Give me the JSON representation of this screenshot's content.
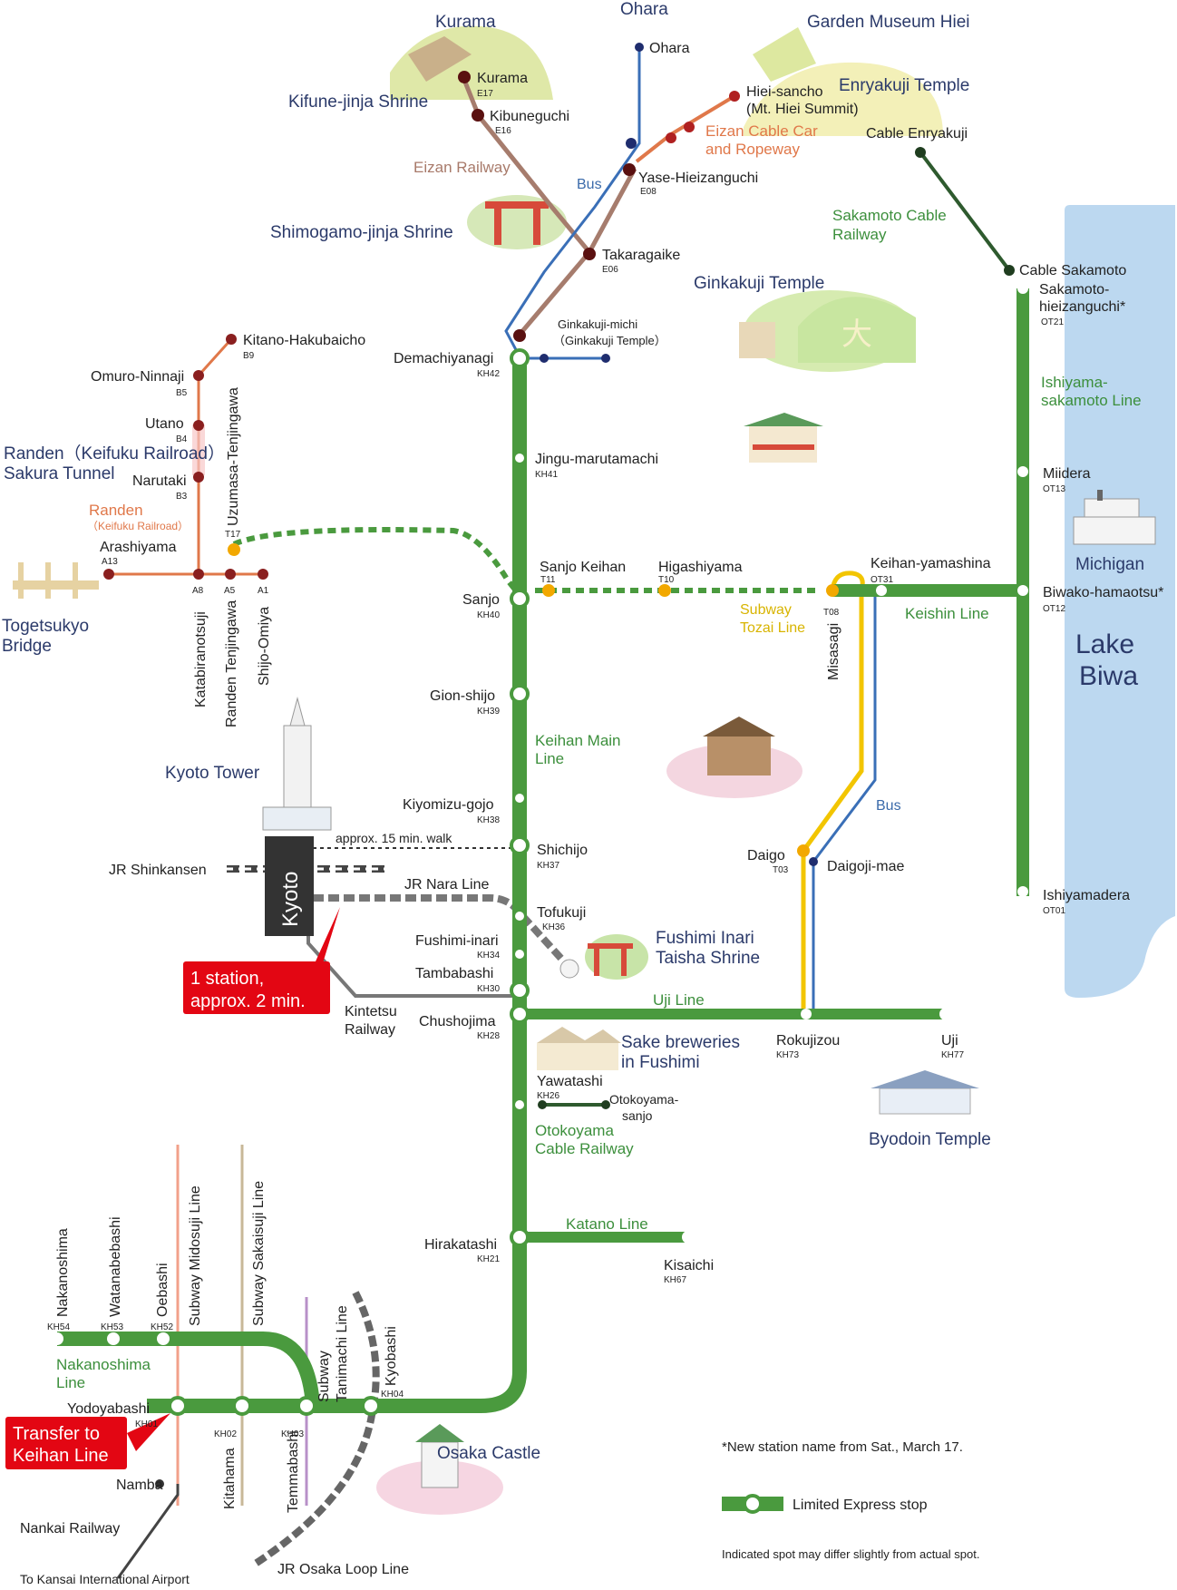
{
  "places": {
    "ohara_area": "Ohara",
    "kurama_area": "Kurama",
    "garden_museum": "Garden Museum Hiei",
    "enryakuji": "Enryakuji Temple",
    "kifune": "Kifune-jinja Shrine",
    "shimogamo": "Shimogamo-jinja Shrine",
    "ginkakuji": "Ginkakuji Temple",
    "randen_tunnel_1": "Randen（Keifuku Railroad）",
    "randen_tunnel_2": "Sakura Tunnel",
    "togetsukyo_1": "Togetsukyo",
    "togetsukyo_2": "Bridge",
    "kyoto_tower": "Kyoto Tower",
    "michigan": "Michigan",
    "lake_biwa_1": "Lake",
    "lake_biwa_2": "Biwa",
    "fushimi_inari_1": "Fushimi Inari",
    "fushimi_inari_2": "Taisha Shrine",
    "sake_1": "Sake breweries",
    "sake_2": "in Fushimi",
    "byodoin": "Byodoin Temple",
    "osaka_castle": "Osaka Castle"
  },
  "lines": {
    "eizan_railway": "Eizan Railway",
    "eizan_cable_1": "Eizan Cable Car",
    "eizan_cable_2": "and Ropeway",
    "bus_north": "Bus",
    "sakamoto_cable_1": "Sakamoto Cable",
    "sakamoto_cable_2": "Railway",
    "ishiyama_1": "Ishiyama-",
    "ishiyama_2": "sakamoto Line",
    "randen": "Randen",
    "randen_sub": "（Keifuku Railroad）",
    "tozai_1": "Subway",
    "tozai_2": "Tozai Line",
    "keishin": "Keishin Line",
    "keihan_main_1": "Keihan Main",
    "keihan_main_2": "Line",
    "bus_south": "Bus",
    "jr_shinkansen": "JR Shinkansen",
    "jr_nara": "JR Nara Line",
    "walk": "approx. 15 min. walk",
    "kintetsu_1": "Kintetsu",
    "kintetsu_2": "Railway",
    "uji_line": "Uji Line",
    "otokoyama_cable_1": "Otokoyama",
    "otokoyama_cable_2": "Cable Railway",
    "katano": "Katano Line",
    "nakanoshima_1": "Nakanoshima",
    "nakanoshima_2": "Line",
    "midosuji": "Subway Midosuji Line",
    "sakaisuji": "Subway Sakaisuji Line",
    "tanimachi_1": "Subway",
    "tanimachi_2": "Tanimachi Line",
    "nankai": "Nankai Railway",
    "jr_loop": "JR Osaka Loop Line",
    "kansai_airport": "To Kansai International Airport"
  },
  "stations": {
    "ohara": "Ohara",
    "kurama": "Kurama",
    "kurama_code": "E17",
    "kibuneguchi": "Kibuneguchi",
    "kibuneguchi_code": "E16",
    "hiei_sancho_1": "Hiei-sancho",
    "hiei_sancho_2": "(Mt. Hiei Summit)",
    "cable_enryakuji": "Cable Enryakuji",
    "yase": "Yase-Hieizanguchi",
    "yase_code": "E08",
    "takaragaike": "Takaragaike",
    "takaragaike_code": "E06",
    "ginkakuji_michi_1": "Ginkakuji-michi",
    "ginkakuji_michi_2": "（Ginkakuji Temple）",
    "cable_sakamoto": "Cable Sakamoto",
    "sakamoto_hieizan_1": "Sakamoto-",
    "sakamoto_hieizan_2": "hieizanguchi*",
    "sakamoto_hieizan_code": "OT21",
    "demachiyanagi": "Demachiyanagi",
    "demachiyanagi_code": "KH42",
    "kitano": "Kitano-Hakubaicho",
    "kitano_code": "B9",
    "omuro": "Omuro-Ninnaji",
    "omuro_code": "B5",
    "utano": "Utano",
    "utano_code": "B4",
    "narutaki": "Narutaki",
    "narutaki_code": "B3",
    "uzumasa": "Uzumasa-Tenjingawa",
    "uzumasa_code": "T17",
    "arashiyama": "Arashiyama",
    "arashiyama_code": "A13",
    "katabiranotsuji": "Katabiranotsuji",
    "katabiranotsuji_code": "A8",
    "randen_tenjingawa": "Randen Tenjingawa",
    "randen_tenjingawa_code": "A5",
    "shijo_omiya": "Shijo-Omiya",
    "shijo_omiya_code": "A1",
    "jingu": "Jingu-marutamachi",
    "jingu_code": "KH41",
    "miidera": "Miidera",
    "miidera_code": "OT13",
    "sanjo_keihan": "Sanjo Keihan",
    "sanjo_keihan_code": "T11",
    "higashiyama": "Higashiyama",
    "higashiyama_code": "T10",
    "keihan_yamashina": "Keihan-yamashina",
    "keihan_yamashina_code": "OT31",
    "biwako": "Biwako-hamaotsu*",
    "biwako_code": "OT12",
    "misasagi": "Misasagi",
    "misasagi_code": "T08",
    "sanjo": "Sanjo",
    "sanjo_code": "KH40",
    "gion": "Gion-shijo",
    "gion_code": "KH39",
    "kiyomizu": "Kiyomizu-gojo",
    "kiyomizu_code": "KH38",
    "shichijo": "Shichijo",
    "shichijo_code": "KH37",
    "kyoto": "Kyoto",
    "daigo": "Daigo",
    "daigo_code": "T03",
    "daigoji_mae": "Daigoji-mae",
    "ishiyamadera": "Ishiyamadera",
    "ishiyamadera_code": "OT01",
    "tofukuji": "Tofukuji",
    "tofukuji_code": "KH36",
    "fushimi_inari": "Fushimi-inari",
    "fushimi_inari_code": "KH34",
    "tambabashi": "Tambabashi",
    "tambabashi_code": "KH30",
    "chushojima": "Chushojima",
    "chushojima_code": "KH28",
    "rokujizou": "Rokujizou",
    "rokujizou_code": "KH73",
    "uji": "Uji",
    "uji_code": "KH77",
    "yawatashi": "Yawatashi",
    "yawatashi_code": "KH26",
    "otokoyama_sanjo_1": "Otokoyama-",
    "otokoyama_sanjo_2": "sanjo",
    "hirakatashi": "Hirakatashi",
    "hirakatashi_code": "KH21",
    "kisaichi": "Kisaichi",
    "kisaichi_code": "KH67",
    "nakanoshima": "Nakanoshima",
    "nakanoshima_code": "KH54",
    "watanabebashi": "Watanabebashi",
    "watanabebashi_code": "KH53",
    "oebashi": "Oebashi",
    "oebashi_code": "KH52",
    "kyobashi": "Kyobashi",
    "kyobashi_code": "KH04",
    "yodoyabashi": "Yodoyabashi",
    "yodoyabashi_code": "KH01",
    "kitahama": "Kitahama",
    "kitahama_code": "KH02",
    "temmabashi": "Temmabashi",
    "temmabashi_code": "KH03",
    "namba": "Namba"
  },
  "callouts": {
    "kyoto_1": "1 station,",
    "kyoto_2": "approx. 2 min.",
    "transfer_1": "Transfer to",
    "transfer_2": "Keihan Line"
  },
  "legend": {
    "new_name_note": "*New station name from Sat., March 17.",
    "limited_express": "Limited Express stop",
    "disclaimer": "Indicated spot may differ slightly from actual spot."
  },
  "colors": {
    "keihan_green": "#4a9a3e",
    "eizan_brown": "#a67c6d",
    "randen_orange": "#e0784a",
    "tozai_yellow": "#f2c500",
    "bus_blue": "#3a6fb7",
    "lake_blue": "#bcd8f0",
    "callout_red": "#e30613"
  }
}
